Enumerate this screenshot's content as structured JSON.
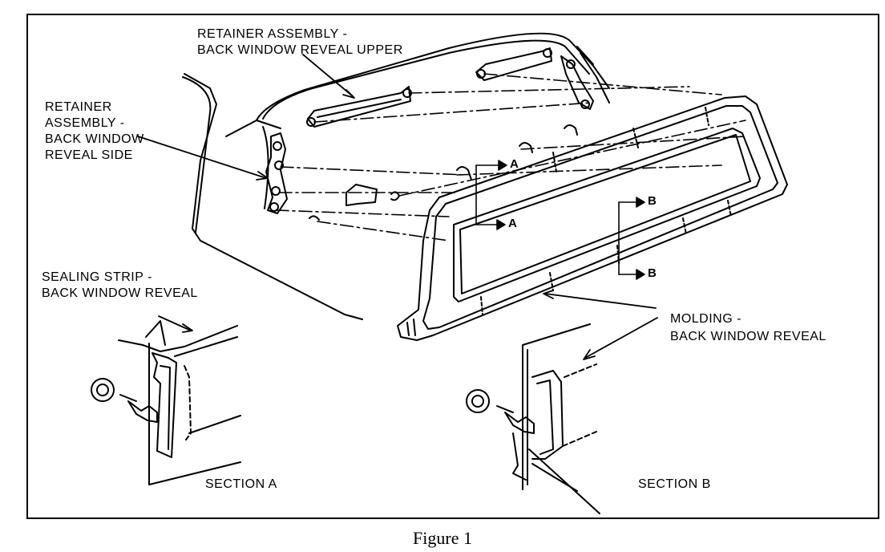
{
  "figure": {
    "caption": "Figure 1",
    "labels": {
      "retainer_upper_1": "RETAINER ASSEMBLY -",
      "retainer_upper_2": "BACK WINDOW REVEAL UPPER",
      "retainer_side_1": "RETAINER",
      "retainer_side_2": "ASSEMBLY -",
      "retainer_side_3": "BACK WINDOW",
      "retainer_side_4": "REVEAL SIDE",
      "sealing_strip_1": "SEALING STRIP -",
      "sealing_strip_2": "BACK WINDOW REVEAL",
      "molding_1": "MOLDING -",
      "molding_2": "BACK WINDOW REVEAL",
      "section_a": "SECTION A",
      "section_b": "SECTION B"
    },
    "section_marks": {
      "a_top": "A",
      "a_bottom": "A",
      "b_top": "B",
      "b_bottom": "B"
    }
  }
}
